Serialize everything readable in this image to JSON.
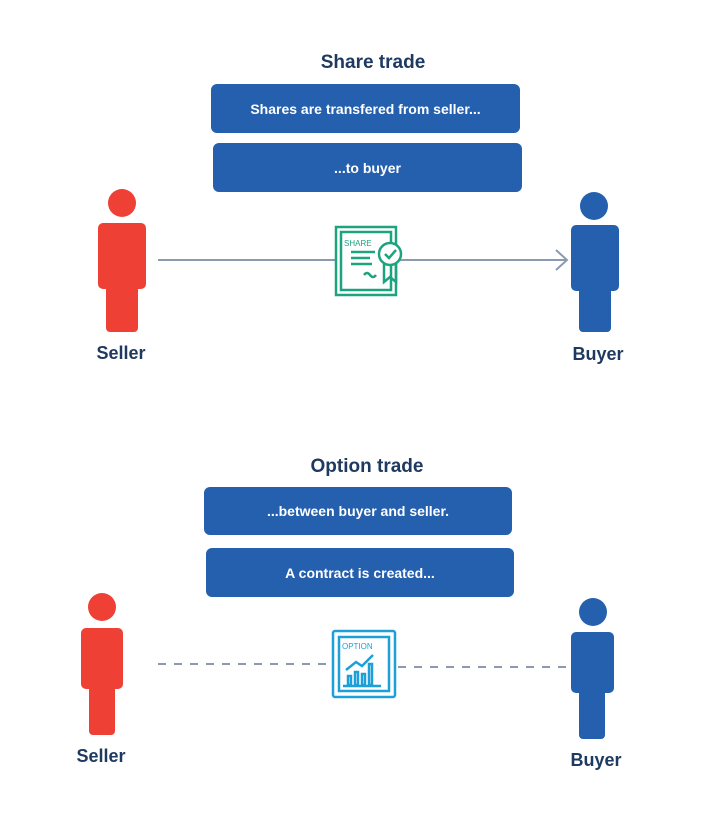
{
  "share_trade": {
    "title": "Share trade",
    "box_top": "Shares are transfered from seller...",
    "box_bottom": "...to buyer",
    "seller_label": "Seller",
    "buyer_label": "Buyer",
    "icon_text": "SHARE",
    "icon": "share-certificate-icon"
  },
  "option_trade": {
    "title": "Option trade",
    "box_top": "...between buyer and seller.",
    "box_bottom": "A contract is created...",
    "seller_label": "Seller",
    "buyer_label": "Buyer",
    "icon_text": "OPTION",
    "icon": "option-chart-icon"
  },
  "colors": {
    "seller": "#ee4035",
    "buyer": "#2560ae",
    "box": "#2560ae",
    "title": "#1f3a60",
    "share_icon": "#1da37f",
    "option_icon": "#1e9fd8",
    "connector": "#8a9bb0"
  }
}
